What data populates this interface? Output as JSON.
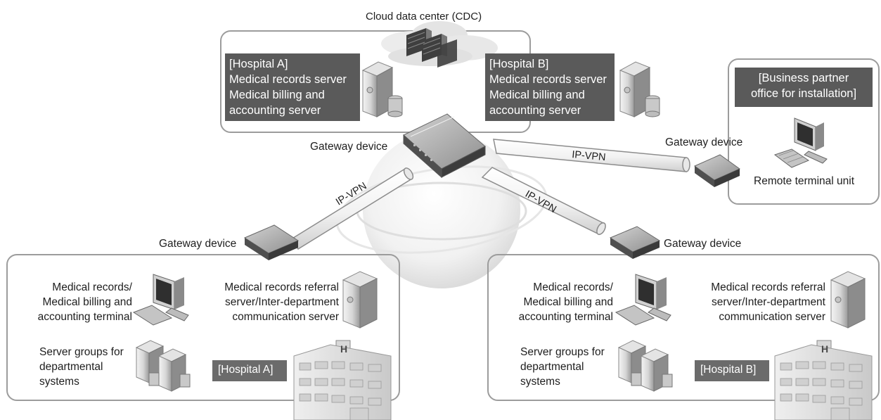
{
  "cdc": {
    "label": "Cloud data center (CDC)"
  },
  "hospital_a_servers": {
    "lines": [
      "[Hospital A]",
      "Medical records server",
      "Medical billing and",
      "accounting server"
    ]
  },
  "hospital_b_servers": {
    "lines": [
      "[Hospital B]",
      "Medical records server",
      "Medical billing and",
      "accounting server"
    ]
  },
  "partner": {
    "lines": [
      "[Business partner",
      "office for installation]"
    ],
    "gateway_label": "Gateway device",
    "terminal_label": "Remote terminal unit"
  },
  "cdc_gateway_label": "Gateway device",
  "vpn": {
    "left": "IP-VPN",
    "right": "IP-VPN",
    "top": "IP-VPN"
  },
  "site_a": {
    "gateway_label": "Gateway device",
    "terminal_lines": [
      "Medical records/",
      "Medical billing and",
      "accounting terminal"
    ],
    "referral_lines": [
      "Medical records referral",
      "server/Inter-department",
      "communication server"
    ],
    "groups_lines": [
      "Server groups for",
      "departmental",
      "systems"
    ],
    "tag": "[Hospital A]"
  },
  "site_b": {
    "gateway_label": "Gateway device",
    "terminal_lines": [
      "Medical records/",
      "Medical billing and",
      "accounting terminal"
    ],
    "referral_lines": [
      "Medical records referral",
      "server/Inter-department",
      "communication server"
    ],
    "groups_lines": [
      "Server groups for",
      "departmental",
      "systems"
    ],
    "tag": "[Hospital B]"
  },
  "building_sign": "H"
}
